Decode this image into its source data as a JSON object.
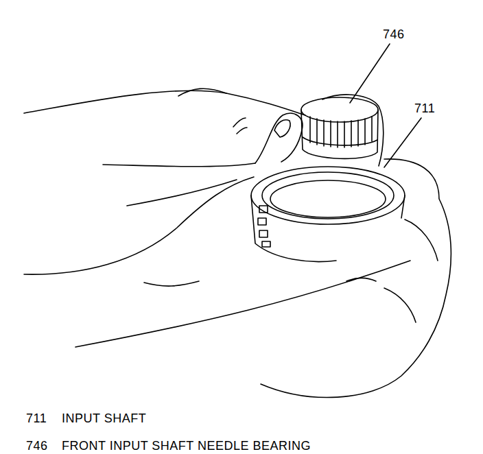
{
  "diagram": {
    "labels": [
      "746",
      "711",
      "711",
      "INPUT SHAFT",
      "746",
      "FRONT INPUT SHAFT NEEDLE BEARING"
    ]
  }
}
